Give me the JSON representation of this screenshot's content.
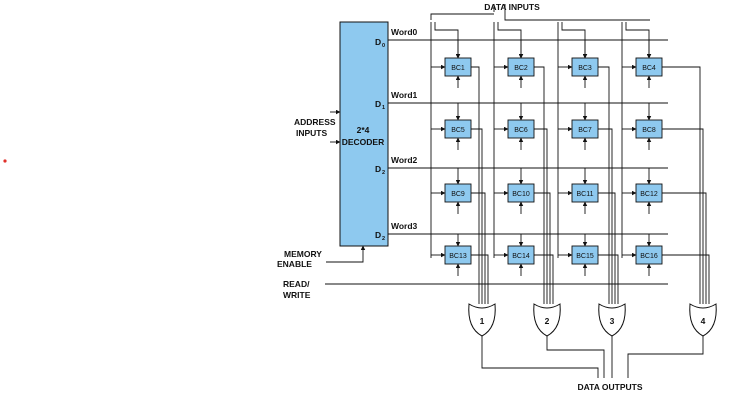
{
  "colors": {
    "block_fill": "#8ec9ef",
    "line": "#111111",
    "dot": "#e0302a"
  },
  "labels": {
    "data_inputs": "DATA INPUTS",
    "data_outputs": "DATA OUTPUTS",
    "address_inputs_line1": "ADDRESS",
    "address_inputs_line2": "INPUTS",
    "memory_enable_line1": "MEMORY",
    "memory_enable_line2": "ENABLE",
    "read_write_line1": "READ/",
    "read_write_line2": "WRITE"
  },
  "decoder": {
    "label_line1": "2*4",
    "label_line2": "DECODER",
    "outputs": [
      {
        "label": "D",
        "sub": "0"
      },
      {
        "label": "D",
        "sub": "1"
      },
      {
        "label": "D",
        "sub": "2"
      },
      {
        "label": "D",
        "sub": "2"
      }
    ]
  },
  "words": [
    "Word0",
    "Word1",
    "Word2",
    "Word3"
  ],
  "cells": [
    [
      "BC1",
      "BC2",
      "BC3",
      "BC4"
    ],
    [
      "BC5",
      "BC6",
      "BC7",
      "BC8"
    ],
    [
      "BC9",
      "BC10",
      "BC11",
      "BC12"
    ],
    [
      "BC13",
      "BC14",
      "BC15",
      "BC16"
    ]
  ],
  "or_gates": [
    "1",
    "2",
    "3",
    "4"
  ]
}
